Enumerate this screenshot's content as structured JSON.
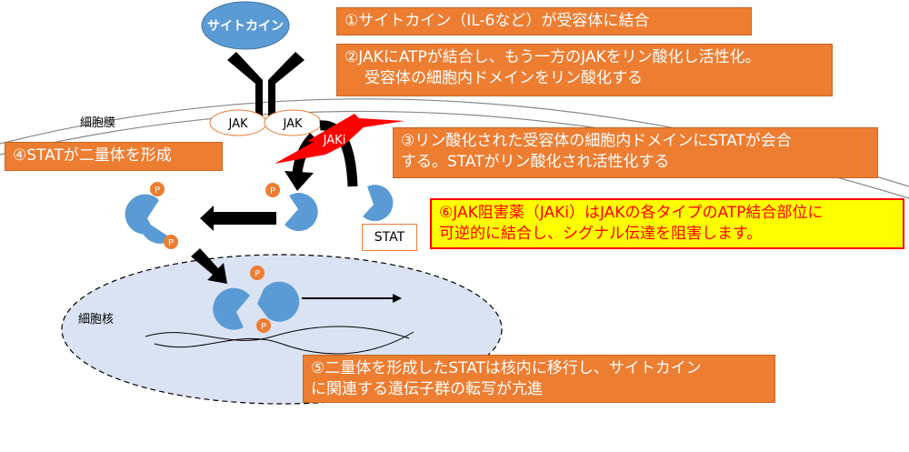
{
  "labels": {
    "cytokine": "サイトカイン",
    "jak_left": "JAK",
    "jak_right": "JAK",
    "jaki": "JAKi",
    "stat": "STAT",
    "membrane": "細胞膜",
    "nucleus": "細胞核",
    "phospho": "P"
  },
  "steps": {
    "step1": "①サイトカイン（IL-6など）が受容体に結合",
    "step2_line1": "②JAKにATPが結合し、もう一方のJAKをリン酸化し活性化。",
    "step2_line2": "受容体の細胞内ドメインをリン酸化する",
    "step3_line1": "③リン酸化された受容体の細胞内ドメインにSTATが会合",
    "step3_line2": "する。STATがリン酸化され活性化する",
    "step4": "④STATが二量体を形成",
    "step5_line1": "⑤二量体を形成したSTATは核内に移行し、サイトカイン",
    "step5_line2": "に関連する遺伝子群の転写が亢進",
    "step6_line1": "⑥JAK阻害薬（JAKi）はJAKの各タイプのATP結合部位に",
    "step6_line2": "可逆的に結合し、シグナル伝達を阻害します。"
  },
  "colors": {
    "orange": "#ed7d31",
    "blue": "#5b9bd5",
    "red": "#ff0000",
    "yellow": "#ffff00",
    "nucleus": "#dae3f3"
  }
}
